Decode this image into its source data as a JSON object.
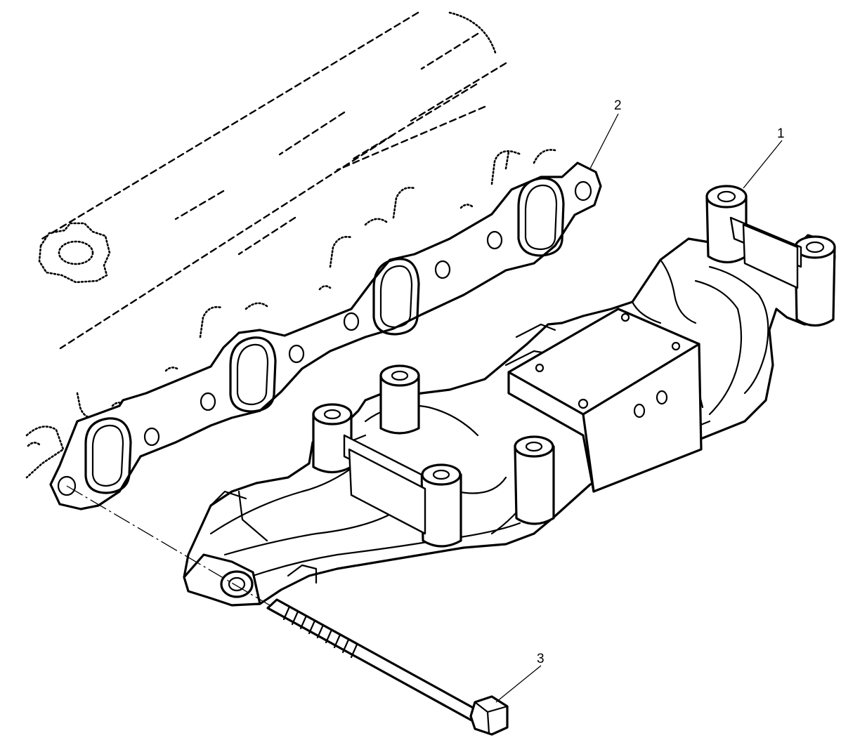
{
  "diagram": {
    "callouts": [
      {
        "id": "1",
        "label": "1"
      },
      {
        "id": "2",
        "label": "2"
      },
      {
        "id": "3",
        "label": "3"
      }
    ],
    "colors": {
      "line": "#000000",
      "background": "#ffffff"
    }
  }
}
